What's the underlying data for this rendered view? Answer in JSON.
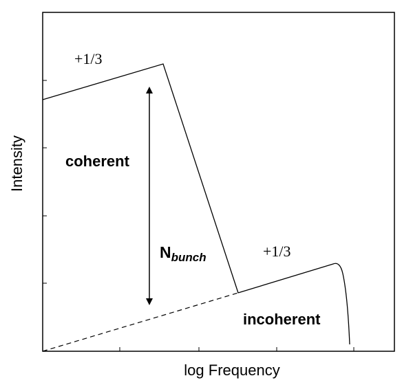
{
  "diagram": {
    "axes": {
      "xlabel": "log Frequency",
      "ylabel": "Intensity"
    },
    "annotations": {
      "slope_low": "+1/3",
      "slope_high": "+1/3",
      "coherent": "coherent",
      "incoherent": "incoherent",
      "enhancement_main": "N",
      "enhancement_sub": "bunch"
    },
    "colors": {
      "ink": "#000000",
      "background": "#ffffff"
    }
  }
}
